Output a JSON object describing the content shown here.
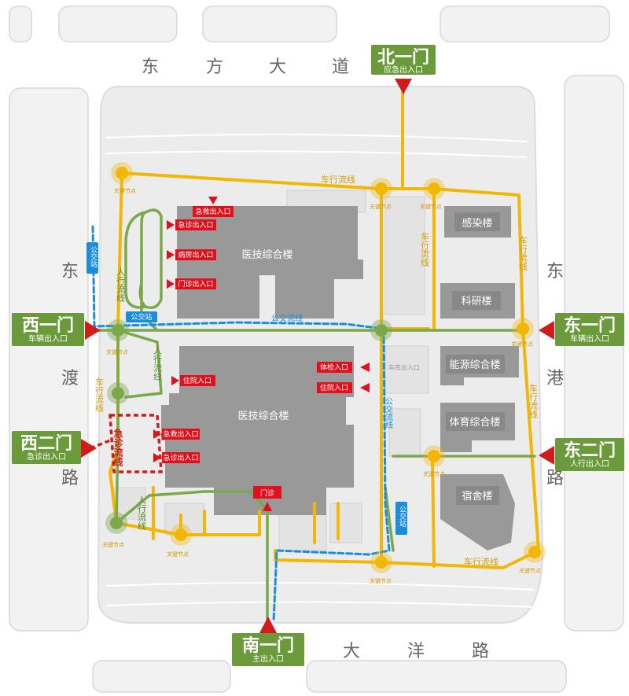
{
  "roads": {
    "north": [
      "东",
      "方",
      "大",
      "道"
    ],
    "south": [
      "大",
      "洋",
      "路"
    ],
    "west": [
      "东",
      "渡",
      "路"
    ],
    "east": [
      "东",
      "港",
      "路"
    ]
  },
  "gates": {
    "north1": {
      "name": "北一门",
      "sub": "应急出入口"
    },
    "west1": {
      "name": "西一门",
      "sub": "车辆出入口"
    },
    "west2": {
      "name": "西二门",
      "sub": "急诊出入口"
    },
    "east1": {
      "name": "东一门",
      "sub": "车辆出入口"
    },
    "east2": {
      "name": "东二门",
      "sub": "人行出入口"
    },
    "south1": {
      "name": "南一门",
      "sub": "主出入口"
    }
  },
  "buildings": {
    "main_north": "医技综合楼",
    "main_south": "医技综合楼",
    "infection": "感染楼",
    "research": "科研楼",
    "energy": "能源综合楼",
    "sports": "体育综合楼",
    "dorm": "宿舍楼",
    "outpatient": "门诊"
  },
  "entrances": {
    "rescue_top": "急救出入口",
    "emergency_1": "急诊出入口",
    "ward": "病房出入口",
    "clinic": "门诊出入口",
    "inpatient_1": "住院入口",
    "checkup": "体检入口",
    "inpatient_2": "住院入口",
    "rescue_2": "急救出入口",
    "emergency_2": "急诊出入口"
  },
  "flows": {
    "vehicle": "车行流线",
    "pedestrian": "人行流线",
    "bus": "公交流线",
    "emergency": "急诊流线",
    "bus_stop": "公交站"
  },
  "misc": {
    "node": "关键节点",
    "garage_entrance": "车库出入口"
  },
  "colors": {
    "vehicle": "#f2b705",
    "pedestrian": "#7aa84a",
    "bus": "#1a8ed8",
    "emergency": "#d21c1c",
    "gate_bg": "#6a9a3a",
    "entrance_bg": "#e0101c",
    "building": "#9a9a9a",
    "site": "#ececec"
  }
}
